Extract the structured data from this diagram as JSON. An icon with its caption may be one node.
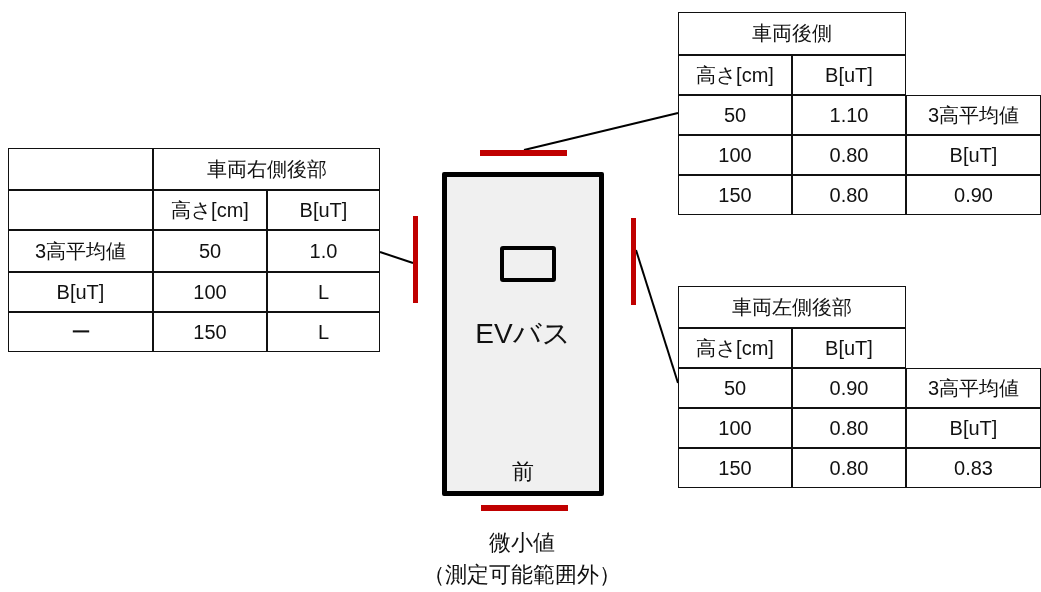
{
  "diagram": {
    "nodes": [
      {
        "text": [
          "車両後側",
          "高さ[cm]",
          "B[uT]",
          "50",
          "1.10",
          "3高平均値",
          "100",
          "0.80",
          "B[uT]",
          "150",
          "0.80",
          "0.90"
        ]
      },
      {
        "text": [],
        "shape": "bar"
      },
      {
        "text": [
          "車両右側後部",
          "高さ[cm]",
          "B[uT]",
          "3高平均値",
          "50",
          "1.0",
          "B[uT]",
          "100",
          "L",
          "ー",
          "150",
          "L"
        ]
      },
      {
        "text": [],
        "shape": "bar"
      },
      {
        "text": [
          "EVバス",
          "前"
        ]
      },
      {
        "text": [],
        "shape": "box",
        "in": 4
      },
      {
        "text": [],
        "shape": "bar"
      },
      {
        "text": [
          "車両左側後部",
          "高さ[cm]",
          "B[uT]",
          "50",
          "0.90",
          "3高平均値",
          "100",
          "0.80",
          "B[uT]",
          "150",
          "0.80",
          "0.83"
        ]
      },
      {
        "text": [],
        "shape": "bar",
        "beside": [
          "微小値",
          "（測定可能範囲外）"
        ]
      }
    ],
    "edges": [
      {
        "from": 0,
        "to": 1,
        "arrow": "none"
      },
      {
        "from": 2,
        "to": 3,
        "arrow": "none"
      },
      {
        "from": 7,
        "to": 6,
        "arrow": "none"
      }
    ]
  }
}
